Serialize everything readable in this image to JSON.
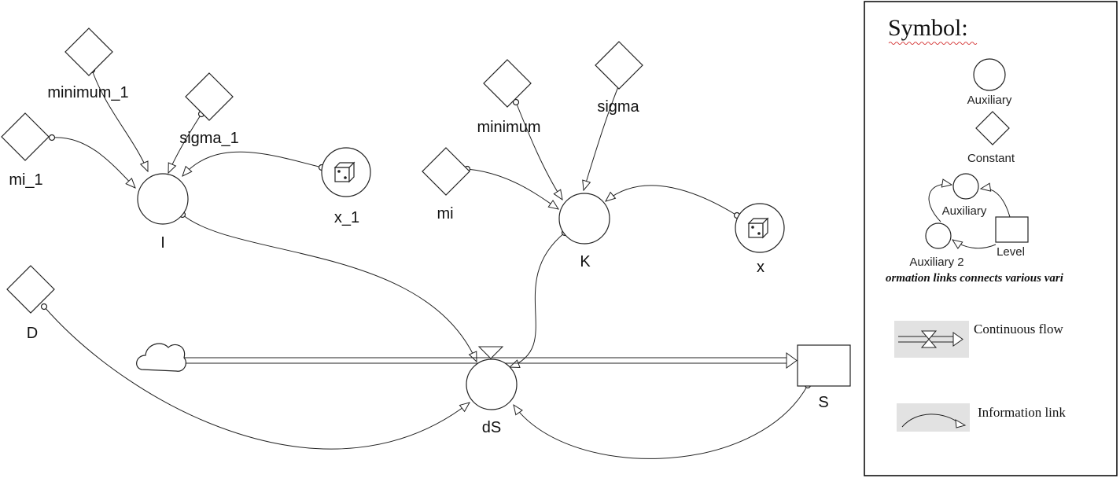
{
  "diagram": {
    "constants": [
      {
        "id": "minimum_1",
        "label": "minimum_1"
      },
      {
        "id": "sigma_1",
        "label": "sigma_1"
      },
      {
        "id": "mi_1",
        "label": "mi_1"
      },
      {
        "id": "minimum",
        "label": "minimum"
      },
      {
        "id": "sigma",
        "label": "sigma"
      },
      {
        "id": "mi",
        "label": "mi"
      },
      {
        "id": "D",
        "label": "D"
      }
    ],
    "auxiliaries": [
      {
        "id": "I",
        "label": "I"
      },
      {
        "id": "K",
        "label": "K"
      },
      {
        "id": "dS",
        "label": "dS"
      }
    ],
    "random": [
      {
        "id": "x_1",
        "label": "x_1"
      },
      {
        "id": "x",
        "label": "x"
      }
    ],
    "level": {
      "id": "S",
      "label": "S"
    },
    "links": [
      [
        "minimum_1",
        "I"
      ],
      [
        "sigma_1",
        "I"
      ],
      [
        "mi_1",
        "I"
      ],
      [
        "x_1",
        "I"
      ],
      [
        "minimum",
        "K"
      ],
      [
        "sigma",
        "K"
      ],
      [
        "mi",
        "K"
      ],
      [
        "x",
        "K"
      ],
      [
        "I",
        "dS"
      ],
      [
        "K",
        "dS"
      ],
      [
        "D",
        "dS"
      ],
      [
        "S",
        "dS"
      ]
    ],
    "flow": {
      "from": "cloud",
      "to": "S",
      "valve": "dS"
    }
  },
  "legend": {
    "title": "Symbol:",
    "auxiliary": "Auxiliary",
    "constant": "Constant",
    "loop_auxiliary": "Auxiliary",
    "loop_auxiliary2": "Auxiliary 2",
    "loop_level": "Level",
    "info_note": "ormation links connects various vari",
    "continuous_flow": "Continuous flow",
    "information_link": "Information link"
  }
}
